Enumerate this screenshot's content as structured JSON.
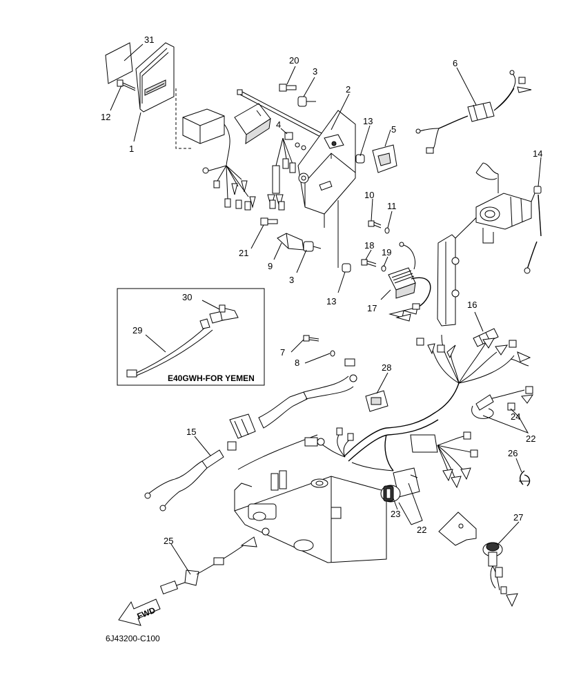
{
  "diagram": {
    "labels": {
      "p1": "1",
      "p2": "2",
      "p3a": "3",
      "p3b": "3",
      "p4": "4",
      "p5": "5",
      "p6": "6",
      "p7": "7",
      "p8": "8",
      "p9": "9",
      "p10": "10",
      "p11": "11",
      "p12": "12",
      "p13a": "13",
      "p13b": "13",
      "p14": "14",
      "p15": "15",
      "p16": "16",
      "p17": "17",
      "p18": "18",
      "p19": "19",
      "p20": "20",
      "p21": "21",
      "p22a": "22",
      "p22b": "22",
      "p23": "23",
      "p24": "24",
      "p25": "25",
      "p26": "26",
      "p27": "27",
      "p28": "28",
      "p29": "29",
      "p30": "30",
      "p31": "31"
    },
    "inset_caption": "E40GWH-FOR YEMEN",
    "fwd_label": "FWD",
    "drawing_number": "6J43200-C100"
  }
}
